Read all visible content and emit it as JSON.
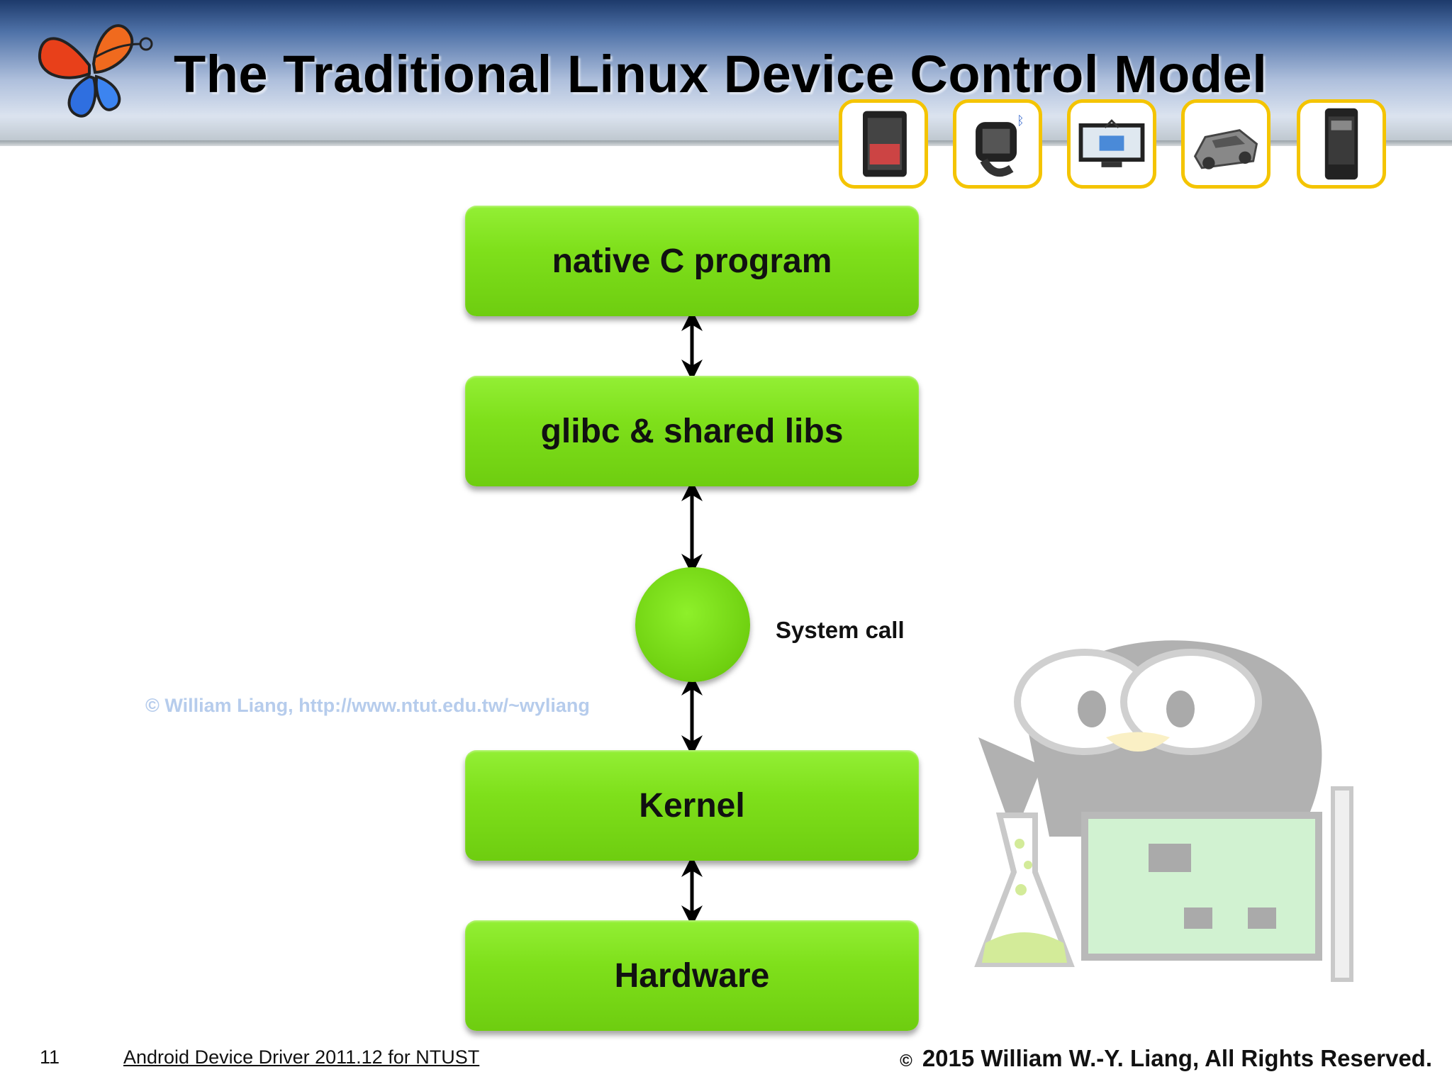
{
  "slide": {
    "title": "The Traditional Linux Device Control Model",
    "devices": [
      "tablet-icon",
      "smartwatch-icon",
      "tv-icon",
      "car-icon",
      "smartphone-icon"
    ]
  },
  "diagram": {
    "layers": [
      "native C program",
      "glibc & shared libs",
      "Kernel",
      "Hardware"
    ],
    "system_call_label": "System call",
    "box_color": "#7fe01b"
  },
  "watermark": "© William Liang, http://www.ntut.edu.tw/~wyliang",
  "footer": {
    "page_number": "11",
    "course": "Android Device Driver 2011.12 for NTUST",
    "copyright_symbol": "©",
    "copyright": "2015  William W.-Y. Liang, All Rights Reserved."
  }
}
